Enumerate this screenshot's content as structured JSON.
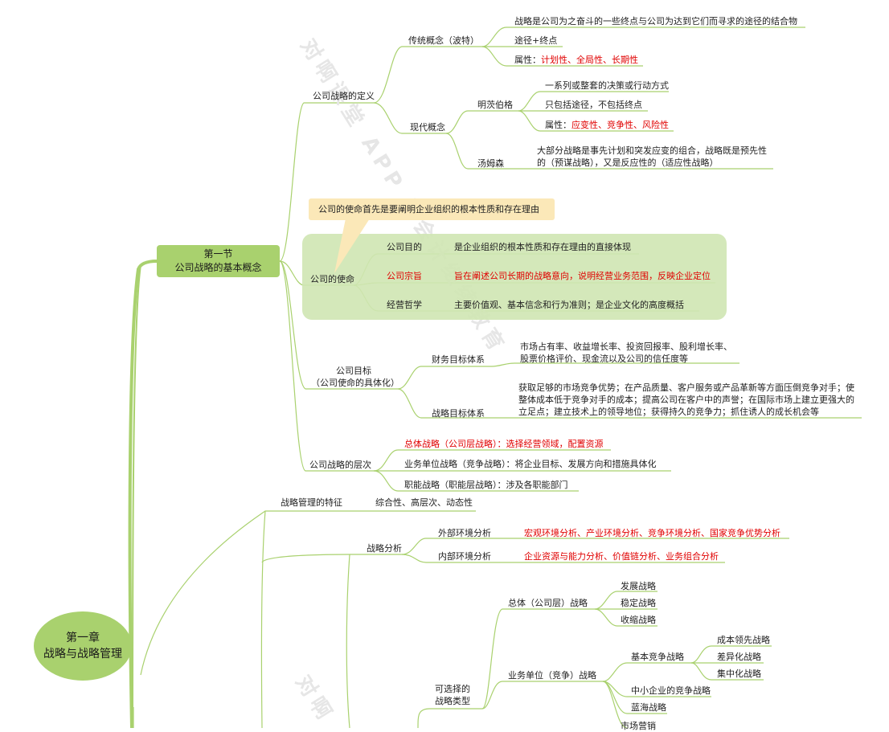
{
  "root": {
    "line1": "第一章",
    "line2": "战略与战略管理"
  },
  "section": {
    "line1": "第一节",
    "line2": "公司战略的基本概念"
  },
  "watermark": {
    "text1": "对啊课堂 APP | 会计继续教育",
    "text2": "对啊"
  },
  "definition": {
    "label": "公司战略的定义",
    "traditional": {
      "label": "传统概念（波特）",
      "item1": "战略是公司为之奋斗的一些终点与公司为达到它们而寻求的途径的结合物",
      "item2": "途径+终点",
      "attr_prefix": "属性：",
      "attr_value": "计划性、全局性、长期性"
    },
    "modern": {
      "label": "现代概念",
      "mintzberg": {
        "label": "明茨伯格",
        "item1": "一系列或整套的决策或行动方式",
        "item2": "只包括途径，不包括终点",
        "attr_prefix": "属性：",
        "attr_value": "应变性、竞争性、风险性"
      },
      "thompson": {
        "label": "汤姆森",
        "item1": "大部分战略是事先计划和突发应变的组合，战略既是预先性的（预谋战略），又是反应性的（适应性战略）"
      }
    }
  },
  "mission": {
    "callout": "公司的使命首先是要阐明企业组织的根本性质和存在理由",
    "label": "公司的使命",
    "purpose": {
      "label": "公司目的",
      "desc": "是企业组织的根本性质和存在理由的直接体现"
    },
    "tenet": {
      "label": "公司宗旨",
      "desc": "旨在阐述公司长期的战略意向，说明经营业务范围，反映企业定位"
    },
    "philosophy": {
      "label": "经营哲学",
      "desc": "主要价值观、基本信念和行为准则；是企业文化的高度概括"
    }
  },
  "goals": {
    "label1": "公司目标",
    "label2": "（公司使命的具体化）",
    "financial": {
      "label": "财务目标体系",
      "desc": "市场占有率、收益增长率、投资回报率、股利增长率、股票价格评价、现金流以及公司的信任度等"
    },
    "strategic": {
      "label": "战略目标体系",
      "desc": "获取足够的市场竞争优势；在产品质量、客户服务或产品革新等方面压倒竞争对手；使整体成本低于竞争对手的成本；提高公司在客户中的声誉；在国际市场上建立更强大的立足点；建立技术上的领导地位；获得持久的竞争力；抓住诱人的成长机会等"
    }
  },
  "levels": {
    "label": "公司战略的层次",
    "corporate": "总体战略（公司层战略）：选择经营领域，配置资源",
    "business": "业务单位战略（竞争战略）：将企业目标、发展方向和措施具体化",
    "functional": "职能战略（职能层战略）：涉及各职能部门"
  },
  "management": {
    "features_label": "战略管理的特征",
    "features_value": "综合性、高层次、动态性",
    "analysis": {
      "label": "战略分析",
      "external_label": "外部环境分析",
      "external_value": "宏观环境分析、产业环境分析、竞争环境分析、国家竞争优势分析",
      "internal_label": "内部环境分析",
      "internal_value": "企业资源与能力分析、价值链分析、业务组合分析"
    },
    "choice": {
      "label1": "可选择的",
      "label2": "战略类型",
      "corporate": {
        "label": "总体（公司层）战略",
        "items": [
          "发展战略",
          "稳定战略",
          "收缩战略"
        ]
      },
      "business": {
        "label": "业务单位（竞争）战略",
        "basic_label": "基本竞争战略",
        "basic_items": [
          "成本领先战略",
          "差异化战略",
          "集中化战略"
        ],
        "sme": "中小企业的竞争战略",
        "blue_ocean": "蓝海战略"
      },
      "functional_partial": "市场营销"
    }
  },
  "colors": {
    "green": "#a9d16e",
    "line": "#a9d16e",
    "red": "#e00000",
    "mission_bg": "#cfe6b3",
    "callout_bg": "#fbe8b8"
  }
}
